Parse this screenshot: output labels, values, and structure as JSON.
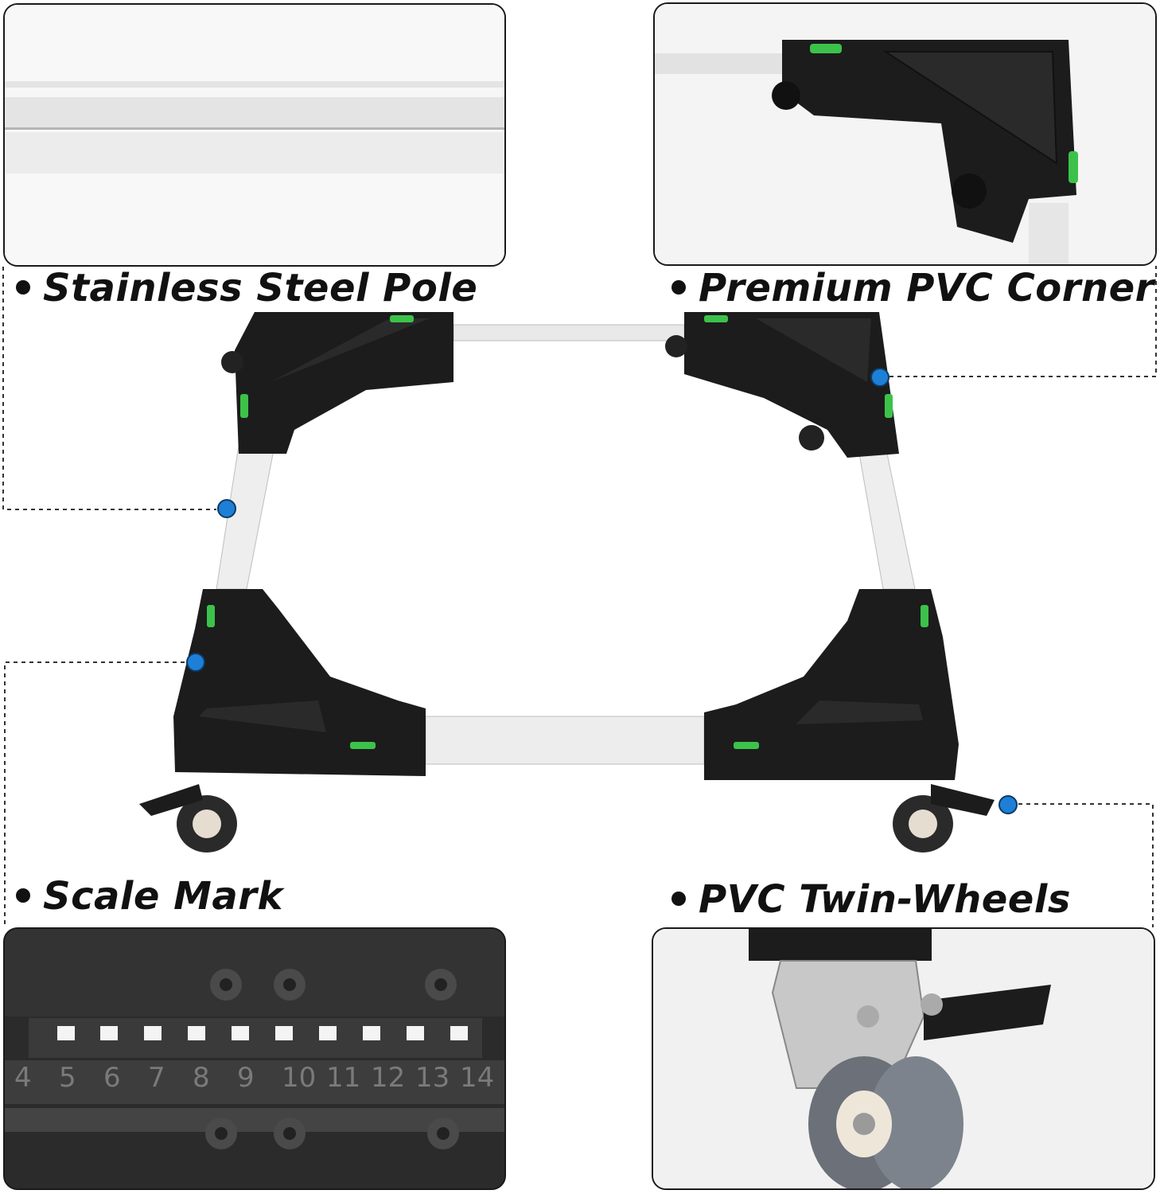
{
  "labels": {
    "pole": "Stainless Steel Pole",
    "corner": "Premium PVC Corner",
    "scale": "Scale Mark",
    "wheels": "PVC Twin-Wheels"
  },
  "scale_numbers": [
    "4",
    "5",
    "6",
    "7",
    "8",
    "9",
    "10",
    "11",
    "12",
    "13",
    "14"
  ],
  "colors": {
    "marker_dot": "#1e7fd6",
    "corner_plastic": "#1c1c1c",
    "level_bubble": "#3cc24a",
    "steel": "#e6e6e6"
  },
  "icons": [
    "bullet-icon",
    "marker-dot-icon"
  ]
}
